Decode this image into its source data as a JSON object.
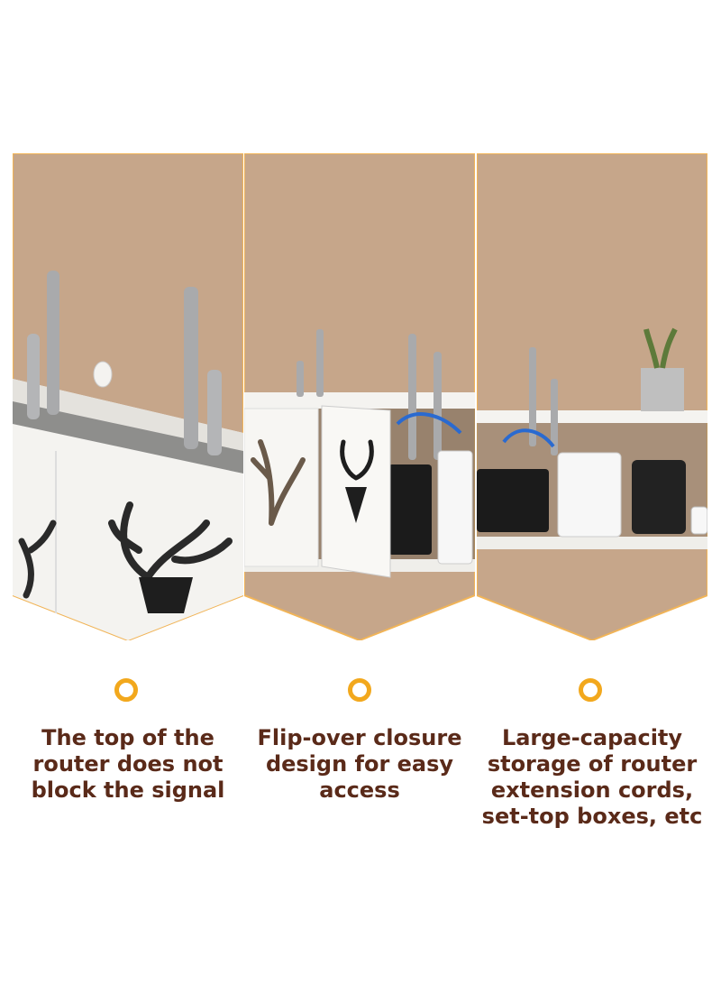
{
  "colors": {
    "wall": "#c6a68a",
    "shelf": "#f4f3f0",
    "accent_ring": "#f2a81d",
    "caption_text": "#5a2a19",
    "frame": "#f1b457"
  },
  "features": [
    {
      "caption": "The top of the\nrouter does not\nblock the signal",
      "icon": "ring-icon"
    },
    {
      "caption": "Flip-over closure\ndesign for easy\naccess",
      "icon": "ring-icon"
    },
    {
      "caption": "Large-capacity\nstorage of router\nextension cords,\nset-top boxes, etc",
      "icon": "ring-icon"
    }
  ]
}
